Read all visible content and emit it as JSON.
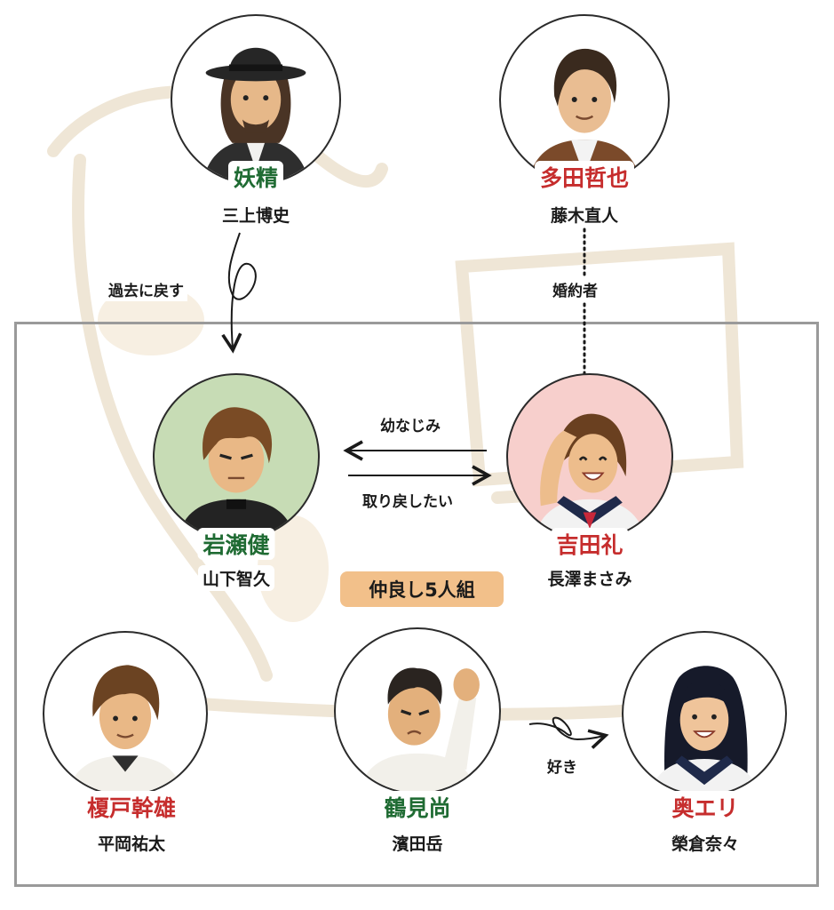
{
  "nodes": [
    {
      "id": "yousei",
      "role": "妖精",
      "actor": "三上博史",
      "role_color": "green"
    },
    {
      "id": "tada",
      "role": "多田哲也",
      "actor": "藤木直人",
      "role_color": "red"
    },
    {
      "id": "iwase",
      "role": "岩瀬健",
      "actor": "山下智久",
      "role_color": "green"
    },
    {
      "id": "yoshida",
      "role": "吉田礼",
      "actor": "長澤まさみ",
      "role_color": "red"
    },
    {
      "id": "enokido",
      "role": "榎戸幹雄",
      "actor": "平岡祐太",
      "role_color": "red"
    },
    {
      "id": "tsurumi",
      "role": "鶴見尚",
      "actor": "濱田岳",
      "role_color": "green"
    },
    {
      "id": "oku",
      "role": "奥エリ",
      "actor": "榮倉奈々",
      "role_color": "red"
    }
  ],
  "edges": [
    {
      "from": "yousei",
      "to": "iwase",
      "label": "過去に戻す",
      "style": "curly-arrow"
    },
    {
      "from": "tada",
      "to": "yoshida",
      "label": "婚約者",
      "style": "dotted"
    },
    {
      "from": "yoshida",
      "to": "iwase",
      "label": "幼なじみ",
      "style": "arrow"
    },
    {
      "from": "iwase",
      "to": "yoshida",
      "label": "取り戻したい",
      "style": "arrow"
    },
    {
      "from": "tsurumi",
      "to": "oku",
      "label": "好き",
      "style": "curly-arrow"
    }
  ],
  "group": {
    "label": "仲良し5人組"
  },
  "colors": {
    "role_green": "#1f6b33",
    "role_red": "#c62d2d",
    "group_badge": "#f2c08a",
    "group_border": "#9a9a9a"
  }
}
